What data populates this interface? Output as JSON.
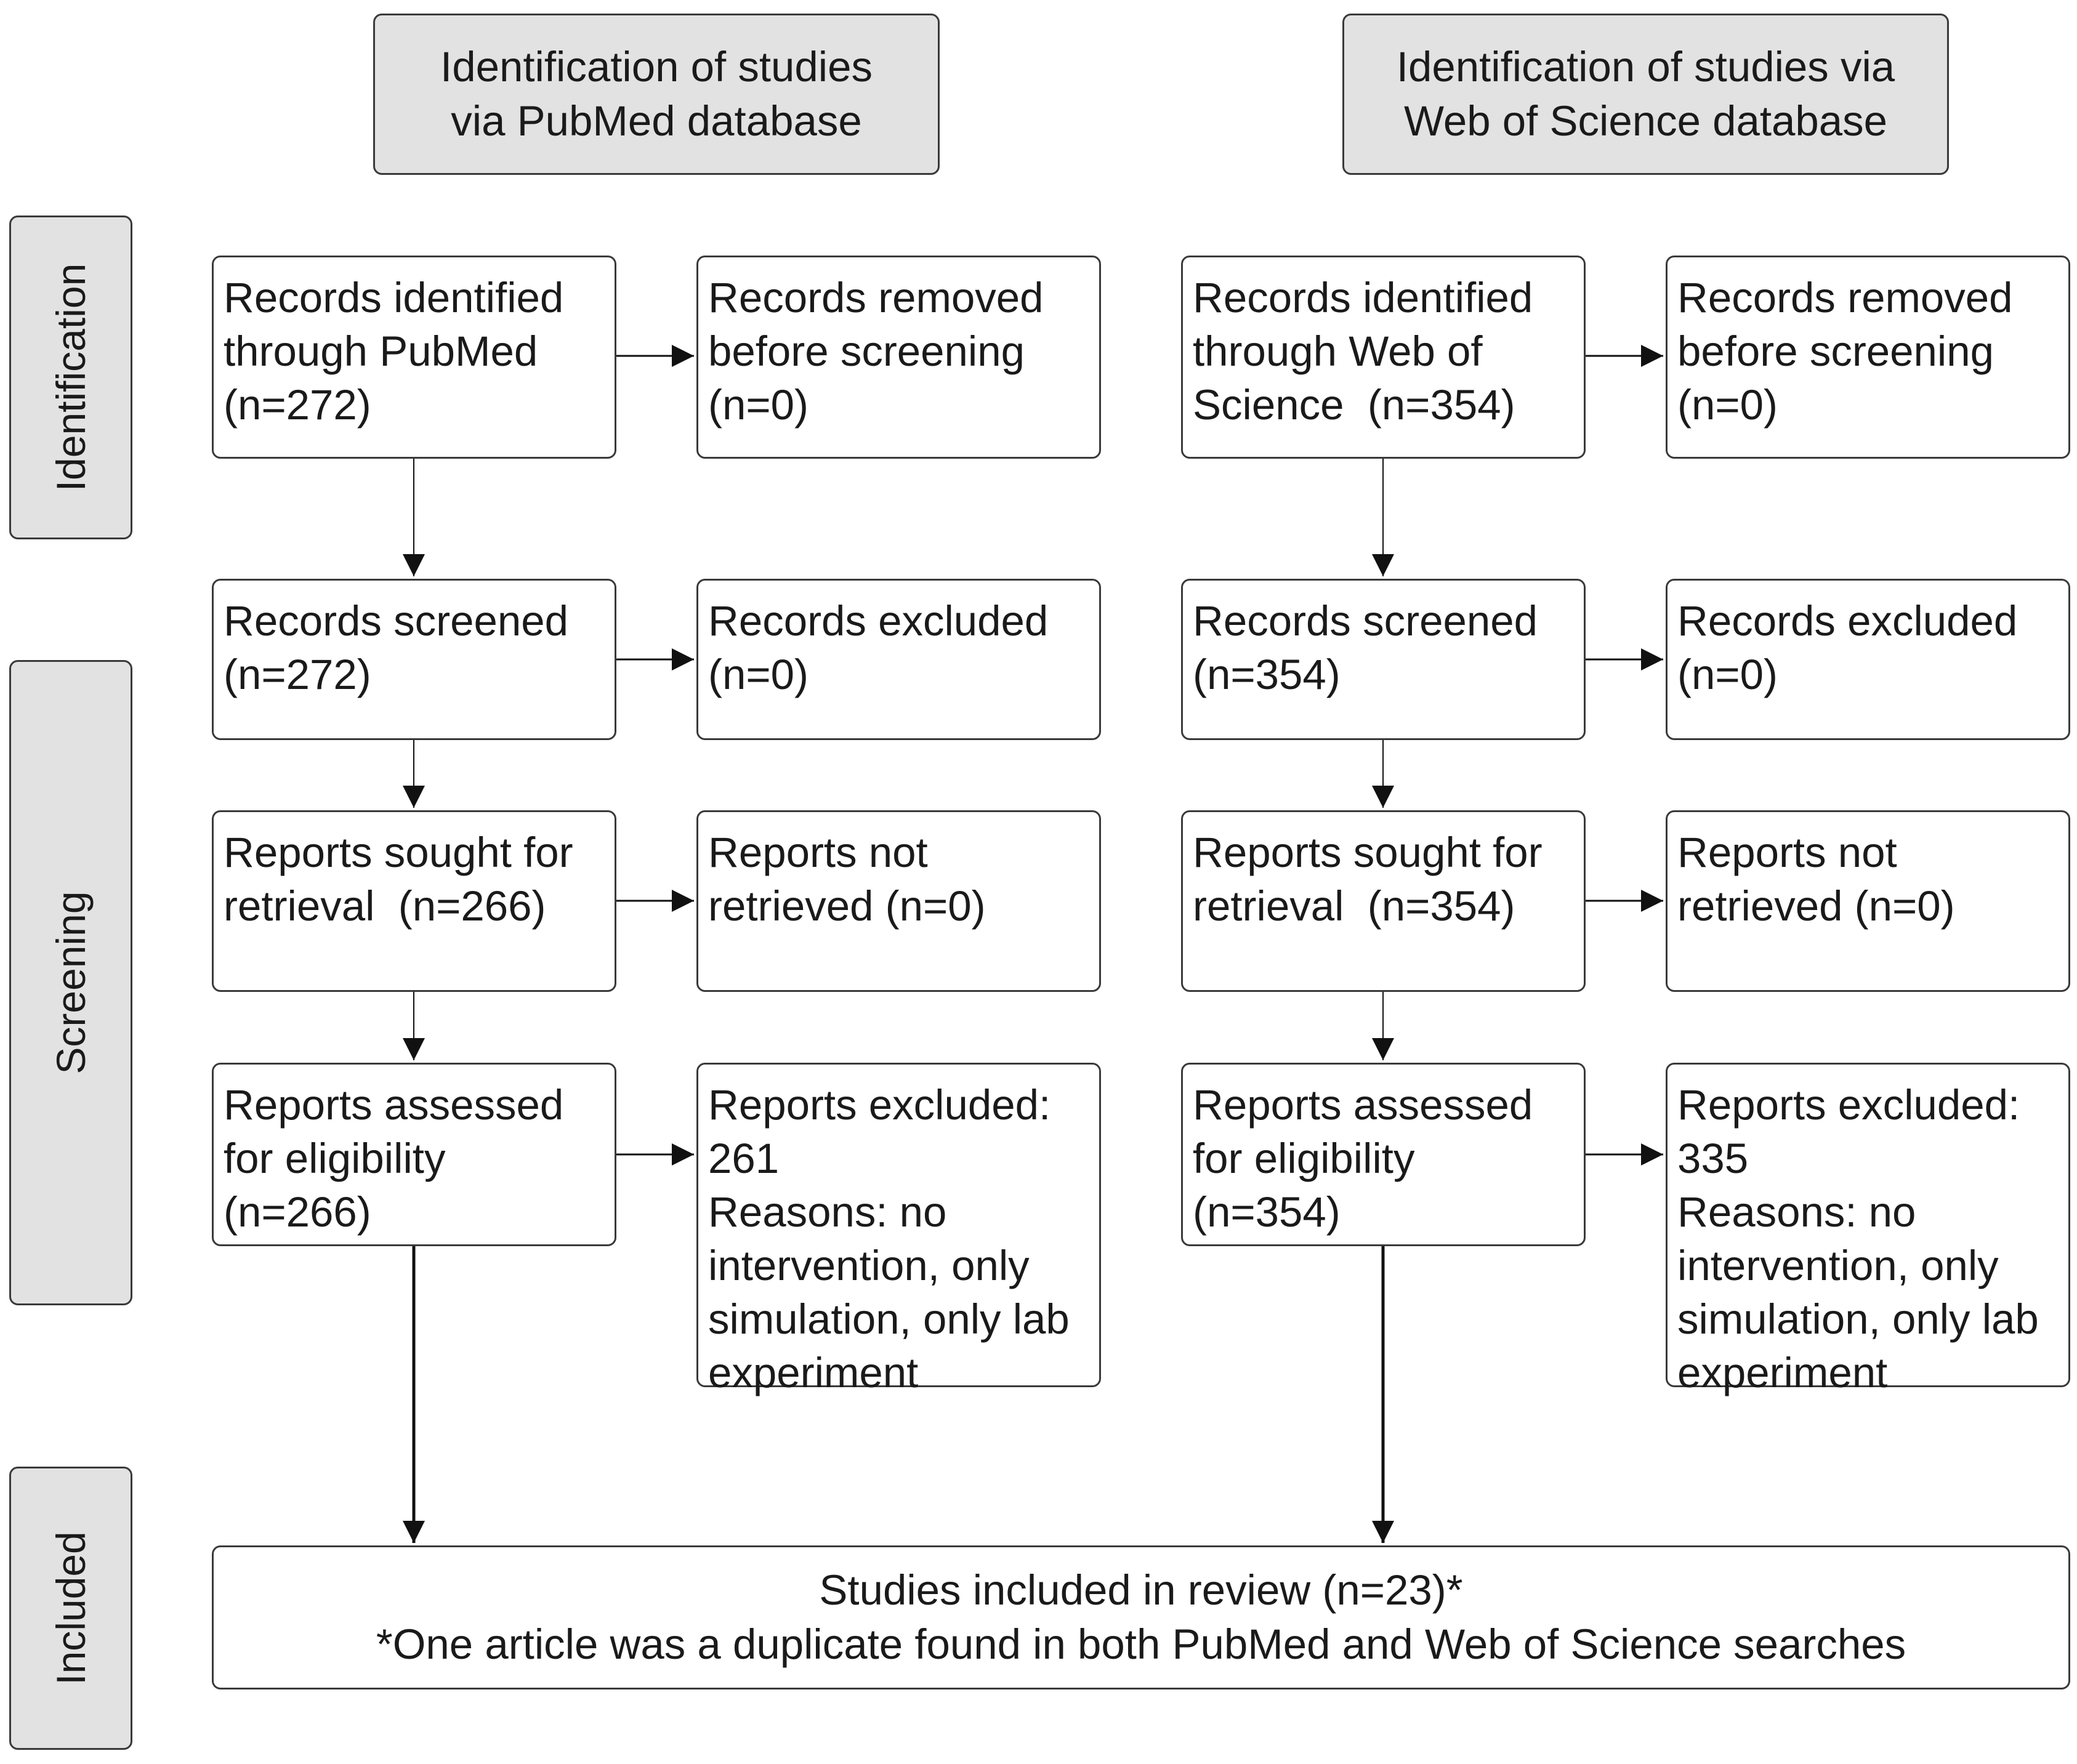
{
  "phases": {
    "identification": "Identification",
    "screening": "Screening",
    "included": "Included"
  },
  "columns": [
    {
      "header": [
        "Identification of studies",
        "via PubMed database"
      ],
      "identified": [
        "Records identified",
        "through PubMed",
        "(n=272)"
      ],
      "removed": [
        "Records removed",
        "before screening",
        "(n=0)"
      ],
      "screened": [
        "Records screened",
        "(n=272)"
      ],
      "excluded": [
        "Records excluded",
        "(n=0)"
      ],
      "sought": [
        "Reports sought for",
        "retrieval  (n=266)"
      ],
      "not_retrieved": [
        "Reports not",
        "retrieved (n=0)"
      ],
      "assessed": [
        "Reports assessed",
        "for eligibility",
        "(n=266)"
      ],
      "reports_excluded": [
        "Reports excluded:",
        "261",
        "Reasons: no",
        "intervention, only",
        "simulation, only lab",
        "experiment"
      ]
    },
    {
      "header": [
        "Identification of studies via",
        "Web of Science database"
      ],
      "identified": [
        "Records identified",
        "through Web of",
        "Science  (n=354)"
      ],
      "removed": [
        "Records removed",
        "before screening",
        "(n=0)"
      ],
      "screened": [
        "Records screened",
        "(n=354)"
      ],
      "excluded": [
        "Records excluded",
        "(n=0)"
      ],
      "sought": [
        "Reports sought for",
        "retrieval  (n=354)"
      ],
      "not_retrieved": [
        "Reports not",
        "retrieved (n=0)"
      ],
      "assessed": [
        "Reports assessed",
        "for eligibility",
        "(n=354)"
      ],
      "reports_excluded": [
        "Reports excluded:",
        "335",
        "Reasons: no",
        "intervention, only",
        "simulation, only lab",
        "experiment"
      ]
    }
  ],
  "included": {
    "line1": "Studies included in review (n=23)*",
    "line2": "*One article was a duplicate found in both PubMed and Web of Science searches"
  }
}
